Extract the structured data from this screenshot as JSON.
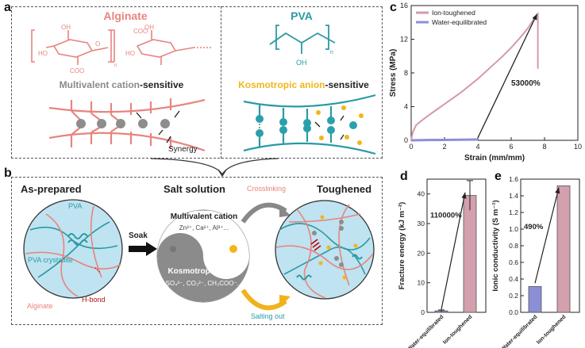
{
  "panel_a": {
    "letter": "a",
    "alginate": {
      "title": "Alginate",
      "subtitle_bold": "Multivalent cation",
      "subtitle_rest": "-sensitive",
      "formula": {
        "coo1": "COO",
        "coo2": "COO",
        "ho1": "HO",
        "ho2": "HO",
        "oh1": "OH",
        "oh2": "OH",
        "o": "O",
        "n": "n"
      }
    },
    "pva": {
      "title": "PVA",
      "subtitle_bold": "Kosmotropic anion",
      "subtitle_rest": "-sensitive",
      "formula": {
        "oh": "OH",
        "n": "n"
      }
    },
    "synergy": "Synergy"
  },
  "panel_b": {
    "letter": "b",
    "as_prepared": "As-prepared",
    "pva_label": "PVA",
    "crystallite_label": "PVA crystallite",
    "alginate_label": "Alginate",
    "hbond_label": "H-bond",
    "soak": "Soak",
    "salt_solution": "Salt solution",
    "multivalent_cation": "Multivalent cation",
    "cation_examples": "Zn²⁺, Ca²⁺, Al³⁺...",
    "kosmotropic_anion": "Kosmotropic anion",
    "anion_examples": "SO₄²⁻, CO₃²⁻, CH₃COO⁻...",
    "crosslinking": "Crosslinking",
    "salting_out": "Salting out",
    "toughened": "Toughened"
  },
  "panel_c": {
    "letter": "c",
    "annotation": "53000%"
  },
  "panel_d": {
    "letter": "d",
    "annotation": "110000%"
  },
  "panel_e": {
    "letter": "e",
    "annotation": "490%"
  },
  "chart_data": [
    {
      "type": "line",
      "xlabel": "Strain (mm/mm)",
      "ylabel": "Stress (MPa)",
      "xlim": [
        0,
        10
      ],
      "ylim": [
        0,
        16
      ],
      "xticks": [
        0,
        2,
        4,
        6,
        8,
        10
      ],
      "yticks": [
        0,
        4,
        8,
        12,
        16
      ],
      "legend_position": "top-left",
      "series": [
        {
          "name": "Ion-toughened",
          "color": "#d49aa9",
          "x": [
            0,
            0.1,
            0.3,
            0.6,
            1.0,
            1.5,
            2.0,
            2.5,
            3.0,
            3.5,
            4.0,
            4.5,
            5.0,
            5.5,
            6.0,
            6.5,
            7.0,
            7.4,
            7.6,
            7.6
          ],
          "y": [
            0,
            1.0,
            1.8,
            2.3,
            2.9,
            3.6,
            4.3,
            5.0,
            5.7,
            6.5,
            7.3,
            8.2,
            9.1,
            10.0,
            11.0,
            12.1,
            13.3,
            14.5,
            15.0,
            8.5
          ]
        },
        {
          "name": "Water-equilibrated",
          "color": "#8c8fd8",
          "x": [
            0,
            1,
            2,
            3,
            4
          ],
          "y": [
            0,
            0.03,
            0.05,
            0.07,
            0.09
          ]
        }
      ]
    },
    {
      "type": "bar",
      "ylabel": "Fracture energy (kJ m⁻²)",
      "categories": [
        "Water-equilibrated",
        "Ion-toughened"
      ],
      "values": [
        0.5,
        39.5
      ],
      "errors": [
        0.3,
        5.0
      ],
      "colors": [
        "#8b8fd6",
        "#d4a0ad"
      ],
      "ylim": [
        0,
        45
      ],
      "yticks": [
        0,
        10,
        20,
        30,
        40
      ]
    },
    {
      "type": "bar",
      "ylabel": "Ionic conductivity (S m⁻¹)",
      "categories": [
        "Water-equilibrated",
        "Ion-toughened"
      ],
      "values": [
        0.31,
        1.52
      ],
      "colors": [
        "#8b8fd6",
        "#d4a0ad"
      ],
      "ylim": [
        0,
        1.6
      ],
      "yticks": [
        0.0,
        0.2,
        0.4,
        0.6,
        0.8,
        1.0,
        1.2,
        1.4,
        1.6
      ]
    }
  ]
}
